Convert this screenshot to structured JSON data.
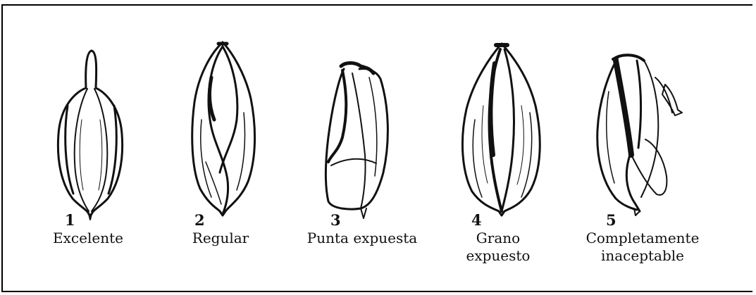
{
  "figure": {
    "items": [
      {
        "number": "1",
        "label_lines": [
          "Excelente"
        ]
      },
      {
        "number": "2",
        "label_lines": [
          "Regular"
        ]
      },
      {
        "number": "3",
        "label_lines": [
          "Punta expuesta"
        ]
      },
      {
        "number": "4",
        "label_lines": [
          "Grano",
          "expuesto"
        ]
      },
      {
        "number": "5",
        "label_lines": [
          "Completamente",
          "inaceptable"
        ]
      }
    ],
    "line_color": "#111111"
  }
}
